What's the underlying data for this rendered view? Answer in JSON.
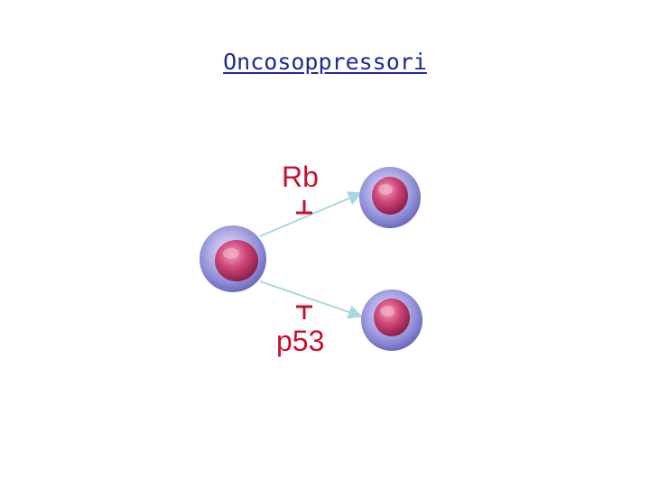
{
  "title": "Oncosoppressori",
  "labels": {
    "rb": "Rb",
    "p53": "p53"
  },
  "colors": {
    "title": "#1f2b8f",
    "label": "#c8102e",
    "inhibit": "#c8102e",
    "arrow": "#a9d8e0",
    "cytoplasm": "#8f8fd8",
    "nucleus": "#c23a6a"
  },
  "icons": [
    "mother-cell-icon",
    "daughter-cell-icon",
    "inhibition-bar-icon",
    "arrow-icon"
  ]
}
